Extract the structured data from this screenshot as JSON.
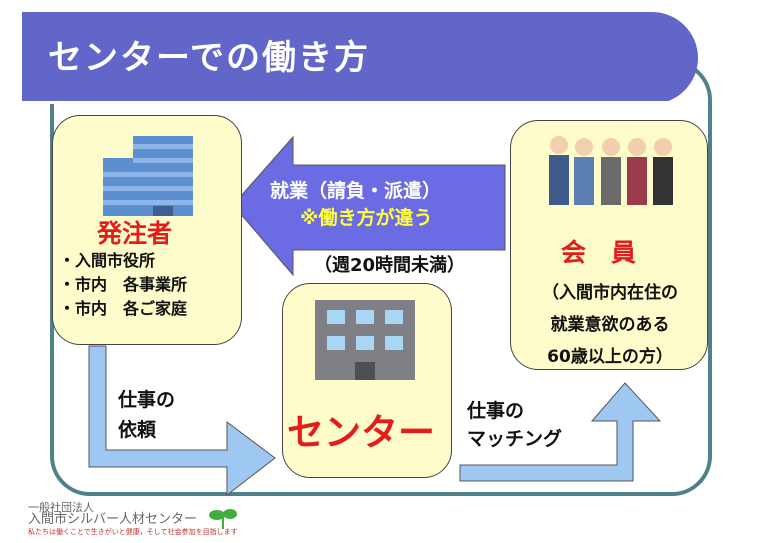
{
  "title": "センターでの働き方",
  "client": {
    "heading": "発注者",
    "items": [
      "・入間市役所",
      "・市内　各事業所",
      "・市内　各ご家庭"
    ]
  },
  "arrow_work": {
    "line1": "就業（請負・派遣）",
    "line2": "※働き方が違う",
    "note": "（週20時間未満）"
  },
  "center": {
    "label": "センター"
  },
  "member": {
    "heading": "会　員",
    "lines": [
      "（入間市内在住の",
      "就業意欲のある",
      "60歳以上の方）"
    ]
  },
  "request": {
    "line1": "仕事の",
    "line2": "依頼"
  },
  "matching": {
    "line1": "仕事の",
    "line2": "マッチング"
  },
  "footer": {
    "org_line1": "一般社団法人",
    "org_line2": "入間市シルバー人材センター",
    "slogan": "私たちは働くことで生きがいと健康，そして社会参加を目指します"
  },
  "colors": {
    "title_bg": "#6366c9",
    "frame": "#4f8189",
    "box": "#fdfcca",
    "arrow_work": "#6b6be3",
    "arrow_flow": "#9ec8f2",
    "accent_red": "#e51c1c",
    "yellow": "#ffff40"
  }
}
